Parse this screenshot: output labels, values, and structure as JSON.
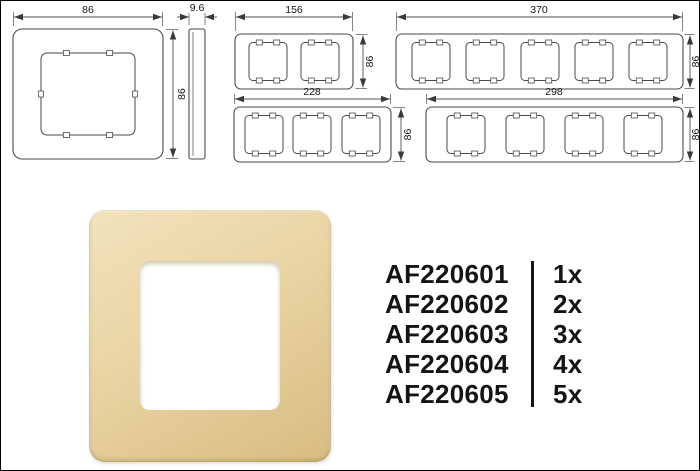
{
  "theme": {
    "line": "#4a4a4a",
    "line_dim": "#4f4f4f",
    "text": "#141414",
    "frame_gold": "#e9d4a4",
    "frame_gold_light": "#f2e3ba",
    "frame_gold_dark": "#d8bc82",
    "page_bg": "#ffffff",
    "page_border": "#000000"
  },
  "drawings": {
    "frames": [
      {
        "view": "front",
        "gangs": 1,
        "width": "86",
        "height": "86"
      },
      {
        "view": "side-profile",
        "depth": "9.6"
      },
      {
        "view": "front",
        "gangs": 2,
        "width": "156",
        "height": "86"
      },
      {
        "view": "front",
        "gangs": 5,
        "width": "370",
        "height": "86"
      },
      {
        "view": "front",
        "gangs": 3,
        "width": "228",
        "height": "86"
      },
      {
        "view": "front",
        "gangs": 4,
        "width": "298",
        "height": "86"
      }
    ]
  },
  "product": {
    "parts": [
      {
        "sku": "AF220601",
        "qty": "1x"
      },
      {
        "sku": "AF220602",
        "qty": "2x"
      },
      {
        "sku": "AF220603",
        "qty": "3x"
      },
      {
        "sku": "AF220604",
        "qty": "4x"
      },
      {
        "sku": "AF220605",
        "qty": "5x"
      }
    ]
  }
}
